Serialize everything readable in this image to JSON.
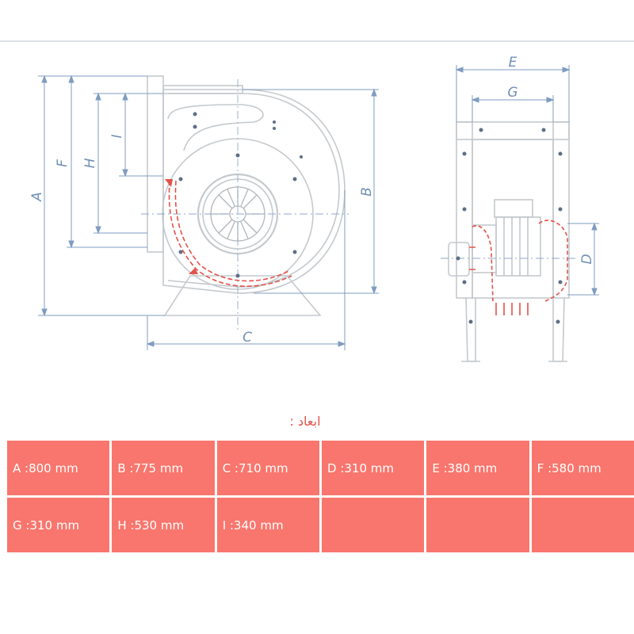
{
  "drawing": {
    "labels": {
      "A": "A",
      "B": "B",
      "C": "C",
      "D": "D",
      "E": "E",
      "F": "F",
      "G": "G",
      "H": "H",
      "I": "I"
    },
    "colors": {
      "dimension": "#6f8fb5",
      "outline": "#c4c9cd",
      "highlight": "#e2534a"
    }
  },
  "caption": "ابعاد :",
  "table": {
    "rows": [
      [
        "A :800 mm",
        "B :775 mm",
        "C :710 mm",
        "D :310 mm",
        "E :380 mm",
        "F :580 mm"
      ],
      [
        "G :310 mm",
        "H :530 mm",
        "I :340 mm",
        "",
        "",
        ""
      ]
    ],
    "colors": {
      "cell": "#f8766d",
      "text": "#ffffff"
    }
  }
}
